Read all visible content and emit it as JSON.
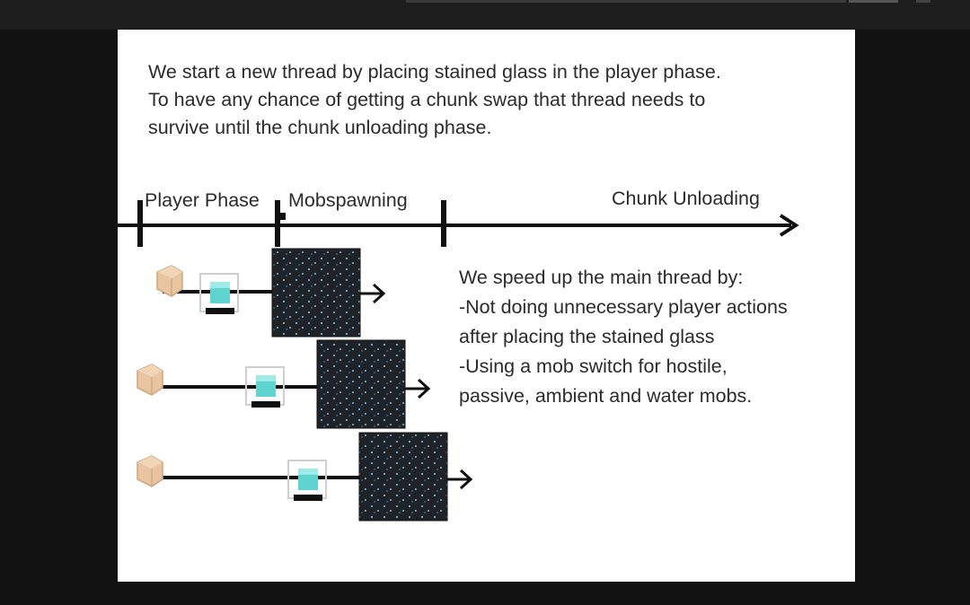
{
  "slide": {
    "intro_lines": [
      "We start a new thread by placing stained glass in the player phase.",
      "To have any chance of getting a chunk swap that thread needs to",
      "survive until the chunk unloading phase."
    ],
    "phases": [
      "Player Phase",
      "Mobspawning",
      "Chunk Unloading"
    ],
    "notes": [
      "We speed up the main thread by:",
      "-Not doing unnecessary player actions",
      "after placing the stained glass",
      "-Using a mob switch for hostile,",
      "passive, ambient and water mobs."
    ]
  },
  "rows_count": 3,
  "icons": [
    "wood-block-icon",
    "stained-glass-beacon-icon",
    "mob-spawning-chunk-icon",
    "arrow-right-icon"
  ],
  "colors": {
    "slide_background": "#ffffff",
    "text": "#2b2b2b",
    "timeline": "#111111",
    "block_wood": "#e8c4a0",
    "glass_cyan": "#5fd3cf",
    "chunk_dark": "#1f2226",
    "chunk_dots": "#5aa7d8"
  }
}
